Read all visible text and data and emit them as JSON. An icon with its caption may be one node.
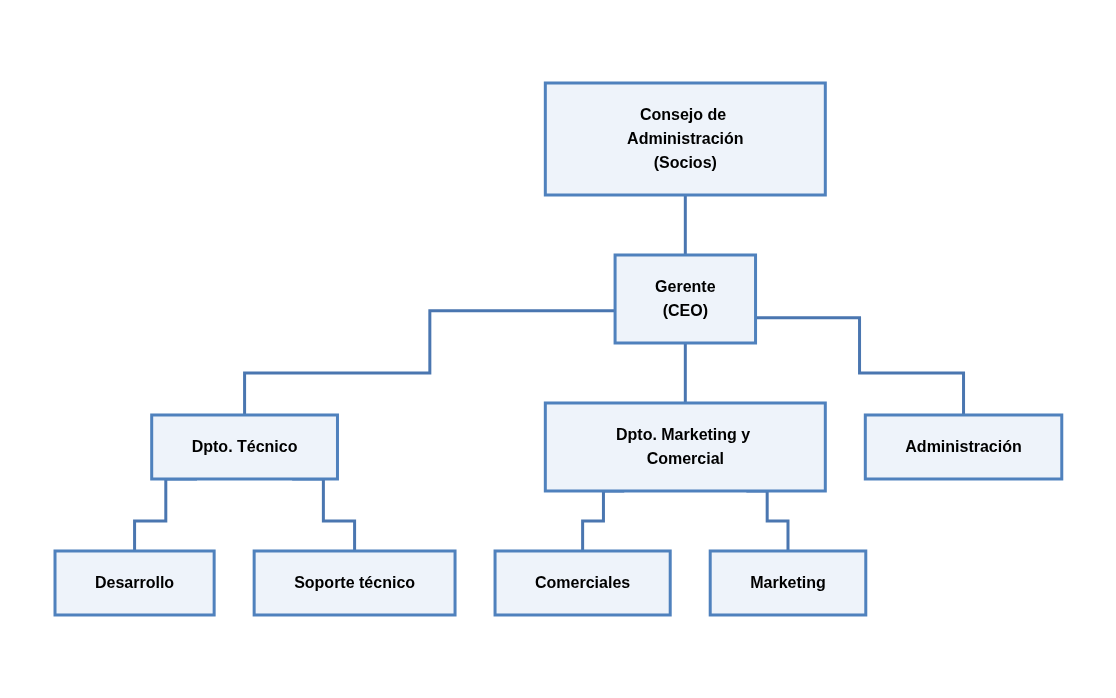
{
  "diagram": {
    "nodes": [
      {
        "text": [
          "Consejo de Administración",
          "(Socios)"
        ]
      },
      {
        "text": [
          "Gerente",
          "(CEO)"
        ]
      },
      {
        "text": [
          "Dpto. Técnico"
        ]
      },
      {
        "text": [
          "Dpto. Marketing y Comercial"
        ]
      },
      {
        "text": [
          "Administración"
        ]
      },
      {
        "text": [
          "Desarrollo"
        ]
      },
      {
        "text": [
          "Soporte técnico"
        ]
      },
      {
        "text": [
          "Comerciales"
        ]
      },
      {
        "text": [
          "Marketing"
        ]
      }
    ],
    "edges": [
      {
        "from": 0,
        "to": 1,
        "arrow": "none"
      },
      {
        "from": 1,
        "to": 2,
        "arrow": "none"
      },
      {
        "from": 1,
        "to": 3,
        "arrow": "none"
      },
      {
        "from": 1,
        "to": 4,
        "arrow": "none"
      },
      {
        "from": 2,
        "to": 5,
        "arrow": "none"
      },
      {
        "from": 2,
        "to": 6,
        "arrow": "none"
      },
      {
        "from": 3,
        "to": 7,
        "arrow": "none"
      },
      {
        "from": 3,
        "to": 8,
        "arrow": "none"
      }
    ]
  }
}
